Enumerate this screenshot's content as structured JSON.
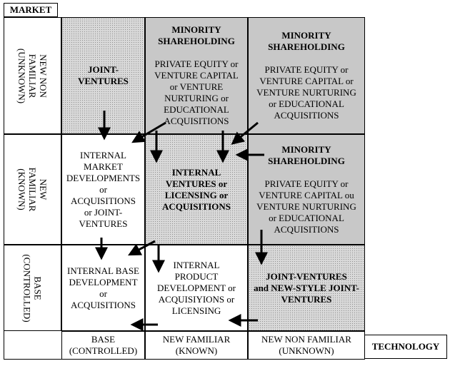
{
  "axes": {
    "market_label": "MARKET",
    "technology_label": "TECHNOLOGY"
  },
  "rows": [
    {
      "label": "NEW NON FAMILIAR\n(UNKNOWN)"
    },
    {
      "label": "NEW FAMILIAR\n(KNOWN)"
    },
    {
      "label": "BASE\n(CONTROLLED)"
    }
  ],
  "columns": [
    {
      "label": "BASE\n(CONTROLLED)"
    },
    {
      "label": "NEW FAMILIAR\n(KNOWN)"
    },
    {
      "label": "NEW NON FAMILIAR\n(UNKNOWN)"
    }
  ],
  "cells": {
    "r0c0": {
      "bold": "JOINT-\nVENTURES",
      "text": ""
    },
    "r0c1": {
      "bold": "MINORITY\nSHAREHOLDING",
      "text": "PRIVATE EQUITY or\nVENTURE CAPITAL\nor VENTURE\nNURTURING or\nEDUCATIONAL\nACQUISITIONS"
    },
    "r0c2": {
      "bold": "MINORITY\nSHAREHOLDING",
      "text": "PRIVATE EQUITY or\nVENTURE CAPITAL or\nVENTURE NURTURING\nor EDUCATIONAL\nACQUISITIONS"
    },
    "r1c0": {
      "bold": "",
      "text": "INTERNAL\nMARKET\nDEVELOPMENTS\nor\nACQUISITIONS\nor JOINT-\nVENTURES"
    },
    "r1c1": {
      "bold": "INTERNAL\nVENTURES or\nLICENSING or\nACQUISITIONS",
      "text": ""
    },
    "r1c2": {
      "bold": "MINORITY\nSHAREHOLDING",
      "text": "PRIVATE EQUITY or\nVENTURE CAPITAL ou\nVENTURE NURTURING\nor EDUCATIONAL\nACQUISITIONS"
    },
    "r2c0": {
      "bold": "",
      "text": "INTERNAL BASE\nDEVELOPMENT\nor\nACQUISITIONS"
    },
    "r2c1": {
      "bold": "",
      "text": "INTERNAL\nPRODUCT\nDEVELOPMENT or\nACQUISIYIONS or\nLICENSING"
    },
    "r2c2": {
      "bold": "JOINT-VENTURES\nand NEW-STYLE JOINT-\nVENTURES",
      "text": ""
    }
  }
}
